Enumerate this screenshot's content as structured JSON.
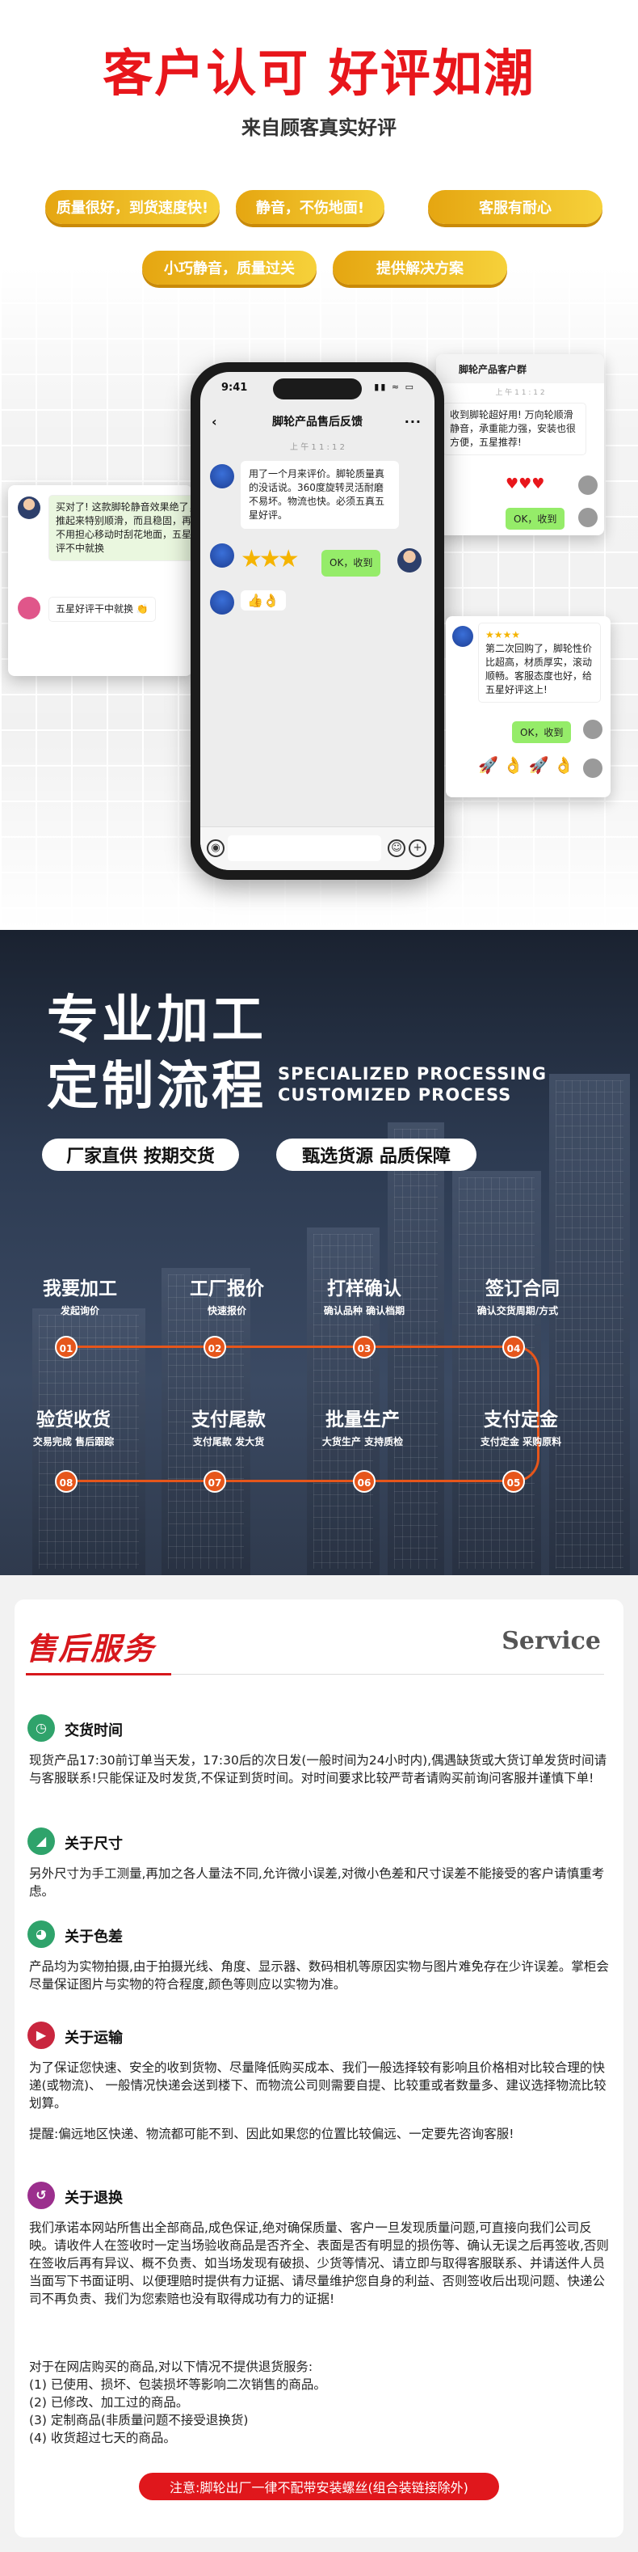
{
  "hero": {
    "title": "客户认可 好评如潮",
    "subtitle": "来自顾客真实好评",
    "tags": [
      "质量很好，到货速度快!",
      "静音，不伤地面!",
      "客服有耐心",
      "小巧静音，质量过关",
      "提供解决方案"
    ]
  },
  "phone": {
    "time": "9:41",
    "status_icons": "▮▮ ≈ ▭",
    "chat_title": "脚轮产品售后反馈",
    "timestamp": "上 午 1 1 : 1 2",
    "msg1": "用了一个月来评价。脚轮质量真的没话说。360度旋转灵活耐磨不易坏。物流也快。必须五真五星好评。",
    "stars": "★★★",
    "reply1": "OK，收到",
    "emoji_row": "👍👌"
  },
  "card_right_top": {
    "title": "脚轮产品客户群",
    "stamp": "上 午 1 1 : 1 2",
    "text": "收到脚轮超好用! 万向轮顺滑静音，承重能力强，安装也很方便，五星推荐!",
    "hearts": "♥♥♥",
    "reply": "OK，收到"
  },
  "card_left": {
    "text": "买对了! 这款脚轮静音效果绝了，推起来特别顺滑，而且稳固，再也不用担心移动时刮花地面，五星好评不中就换",
    "text2": "五星好评干中就换",
    "emoji": "👏"
  },
  "card_right_bottom": {
    "stars": "★★★★",
    "text": "第二次回购了，脚轮性价比超高，材质厚实，滚动顺畅。客服态度也好，给五星好评这上!",
    "reply": "OK，收到",
    "emojis": "🚀 👌 🚀 👌"
  },
  "process": {
    "title_line1": "专业加工",
    "title_line2": "定制流程",
    "en_line1": "SPECIALIZED PROCESSING",
    "en_line2": "CUSTOMIZED PROCESS",
    "badge1": "厂家直供 按期交货",
    "badge2": "甄选货源 品质保障",
    "steps_top": [
      {
        "num": "01",
        "title": "我要加工",
        "sub": "发起询价"
      },
      {
        "num": "02",
        "title": "工厂报价",
        "sub": "快速报价"
      },
      {
        "num": "03",
        "title": "打样确认",
        "sub": "确认品种 确认档期"
      },
      {
        "num": "04",
        "title": "签订合同",
        "sub": "确认交货周期/方式"
      }
    ],
    "steps_bottom": [
      {
        "num": "08",
        "title": "验货收货",
        "sub": "交易完成 售后跟踪"
      },
      {
        "num": "07",
        "title": "支付尾款",
        "sub": "支付尾款 发大货"
      },
      {
        "num": "06",
        "title": "批量生产",
        "sub": "大货生产 支持质检"
      },
      {
        "num": "05",
        "title": "支付定金",
        "sub": "支付定金 采购原料"
      }
    ]
  },
  "service": {
    "title": "售后服务",
    "title_en": "Service",
    "sections": [
      {
        "icon": "clock-icon",
        "color": "#2fa36b",
        "glyph": "◷",
        "heading": "交货时间",
        "body": "现货产品17:30前订单当天发，17:30后的次日发(一般时间为24小时内),偶遇缺货或大货订单发货时间请与客服联系!只能保证及时发货,不保证到货时间。对时间要求比较严苛者请购买前询问客服并谨慎下单!"
      },
      {
        "icon": "ruler-icon",
        "color": "#2fa36b",
        "glyph": "◢",
        "heading": "关于尺寸",
        "body": "另外尺寸为手工测量,再加之各人量法不同,允许微小误差,对微小色差和尺寸误差不能接受的客户请慎重考虑。"
      },
      {
        "icon": "palette-icon",
        "color": "#2fa36b",
        "glyph": "◕",
        "heading": "关于色差",
        "body": "产品均为实物拍摄,由于拍摄光线、角度、显示器、数码相机等原因实物与图片难免存在少许误差。掌柜会尽量保证图片与实物的符合程度,颜色等则应以实物为准。"
      },
      {
        "icon": "truck-icon",
        "color": "#c9263e",
        "glyph": "▶",
        "heading": "关于运输",
        "body": "为了保证您快速、安全的收到货物、尽量降低购买成本、我们一般选择较有影响且价格相对比较合理的快递(或物流)、    一般情况快递会送到楼下、而物流公司则需要自提、比较重或者数量多、建议选择物流比较划算。",
        "body2": "  提醒:偏远地区快递、物流都可能不到、因此如果您的位置比较偏远、一定要先咨询客服!"
      },
      {
        "icon": "return-icon",
        "color": "#9b2f8d",
        "glyph": "↺",
        "heading": "关于退换",
        "body": "我们承诺本网站所售出全部商品,成色保证,绝对确保质量、客户一旦发现质量问题,可直接向我们公司反映。请收件人在签收时一定当场验收商品是否齐全、表面是否有明显的损伤等、确认无误之后再签收,否则在签收后再有异议、概不负责、如当场发现有破损、少货等情况、请立即与取得客服联系、并请送件人员当面写下书面证明、以便理赔时提供有力证据、请尽量维护您自身的利益、否则签收后出现问题、快递公司不再负责、我们为您索赔也没有取得成功有力的证据!",
        "body2": "对于在网店购买的商品,对以下情况不提供退货服务:",
        "list": [
          "(1) 已使用、损坏、包装损坏等影响二次销售的商品。",
          "(2) 已修改、加工过的商品。",
          "(3) 定制商品(非质量问题不接受退换货)",
          "(4) 收货超过七天的商品。"
        ]
      }
    ],
    "notice": "注意:脚轮出厂一律不配带安装螺丝(组合装链接除外)"
  }
}
